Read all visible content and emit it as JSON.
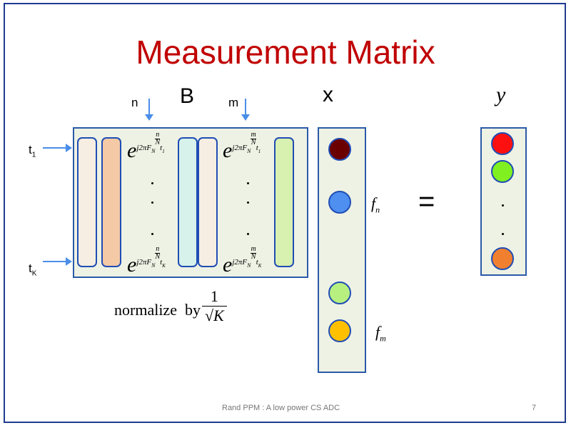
{
  "title": "Measurement Matrix",
  "labels": {
    "n": "n",
    "B": "B",
    "m": "m",
    "x": "x",
    "y": "y",
    "t1": "t",
    "t1_sub": "1",
    "tK": "t",
    "tK_sub": "K",
    "equals": "=",
    "fn": "f",
    "fn_sub": "n",
    "fm": "f",
    "fm_sub": "m"
  },
  "matrix": {
    "exp_top_n": "j2πF",
    "exp_bottom_n": "j2πF",
    "exp_top_m": "j2πF",
    "exp_bottom_m": "j2πF",
    "base": "e",
    "sub_N": "N",
    "frac_n": "n",
    "frac_m": "m",
    "frac_den": "N",
    "t1": "t",
    "t1_sub": "1",
    "tK": "t",
    "tK_sub": "K"
  },
  "normalize": {
    "text": "normalize  by",
    "numerator": "1",
    "denominator": "K"
  },
  "colors": {
    "title": "#c00000",
    "frame": "#1f3c8f",
    "x1": "#6b0000",
    "x2": "#4f8ff0",
    "x3": "#b8f080",
    "x4": "#ffc000",
    "y1": "#ff1010",
    "y2": "#80f020",
    "y3": "#f08030"
  },
  "footer": {
    "text": "Rand PPM : A low power CS ADC",
    "page": "7"
  }
}
